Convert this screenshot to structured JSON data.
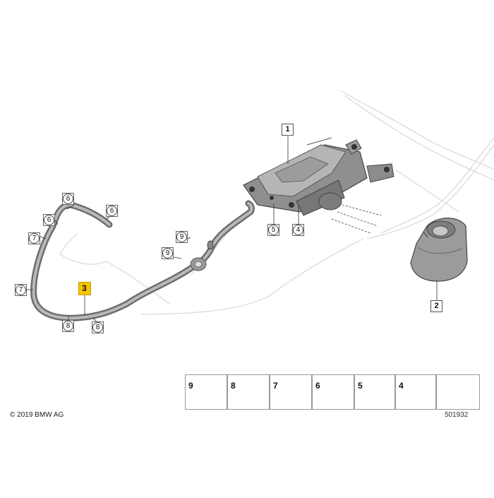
{
  "copyright": "© 2019 BMW AG",
  "diagram_id": "501932",
  "callouts": {
    "c1": "1",
    "c2": "2",
    "c3": "3",
    "c4": "4",
    "c5": "5",
    "c6a": "6",
    "c6b": "6",
    "c6c": "6",
    "c7a": "7",
    "c7b": "7",
    "c8a": "8",
    "c8b": "8",
    "c9a": "9",
    "c9b": "9"
  },
  "legend": [
    "9",
    "8",
    "7",
    "6",
    "5",
    "4"
  ],
  "colors": {
    "highlight": "#f5c400",
    "part": "#8a8a8a"
  }
}
